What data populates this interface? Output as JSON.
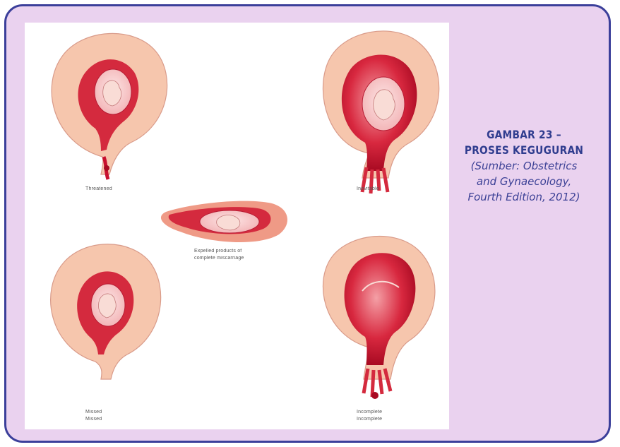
{
  "figure": {
    "panels": {
      "threatened": "Threatened",
      "inevitable": "Inevitable",
      "expelled_line1": "Expelled products of",
      "expelled_line2": "complete miscarriage",
      "missed_line1": "Missed",
      "missed_line2": "Missed",
      "incomplete_line1": "Incomplete",
      "incomplete_line2": "Incomplete"
    }
  },
  "caption": {
    "title_line1": "Gambar 23 –",
    "title_line2": "Proses Keguguran",
    "source_line1": "(Sumber: Obstetrics",
    "source_line2": "and Gynaecology,",
    "source_line3": "Fourth Edition, 2012)"
  },
  "colors": {
    "frame_border": "#3b3f9a",
    "frame_fill": "#ead2ef",
    "caption_text": "#303d8f",
    "tissue_outer": "#f6c6ad",
    "tissue_mid": "#ef9a86",
    "blood": "#c8102e"
  }
}
